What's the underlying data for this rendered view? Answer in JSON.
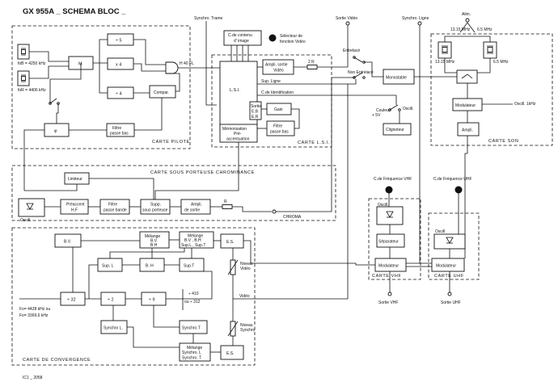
{
  "title": "GX 955A _ SCHEMA BLOC _",
  "footer": "IC1 _ 2058",
  "cards": {
    "pilote": "CARTE PILOTE",
    "lsi": "CARTE L.S.I.",
    "chroma": "CARTE SOUS PORTEUSE CHROMINANCE",
    "convergence": "CARTE DE CONVERGENCE",
    "son": "CARTE SON",
    "vhf": "CARTE VHF",
    "uhf": "CARTE UHF"
  },
  "blocks": {
    "div5": "÷ 5",
    "M": "M",
    "x4": "x 4",
    "div4": "÷ 4",
    "compar": "Compar.",
    "phi": "φ",
    "filtre_pb": [
      "Filtre",
      "passe bas"
    ],
    "lsi": "L.S.I.",
    "cde_contenu": [
      "C.de contenu",
      "d' image"
    ],
    "ampli_sortie_video": [
      "Ampli. sortie",
      "Vidéo"
    ],
    "sup_ligne": "Sup. Ligne",
    "cde_identification": "C.de Identification",
    "sortie_eb_er": [
      "Sortie",
      "E.B",
      "E.R"
    ],
    "gain": "Gain",
    "filtre_pb2": [
      "Filtre",
      "passe bas"
    ],
    "memorisation": [
      "Mémorisation",
      "Pré-",
      "accentuation"
    ],
    "limiteur": "Limiteur",
    "oscill": "Oscill.",
    "preaccent": [
      "Préaccent",
      "H.F"
    ],
    "filtre_passe_bande": [
      "Filtre",
      "passe bande"
    ],
    "supp_sous_porteuse": [
      "Supp.",
      "sous porteuse"
    ],
    "ampli_de_sortie": [
      "Ampli.",
      "de sortie"
    ],
    "monostable": "Monostable",
    "clignoteur": "Clignoteur",
    "modulateur_son": "Modulateur",
    "ampli_son": "Ampli.",
    "oscill_1khz": "Oscill. 1kHz",
    "bv": "B.V.",
    "melange_bv_bh": [
      "Mélange",
      "B.V",
      "B.H"
    ],
    "melange_bv_bh_sup": [
      "Mélange",
      "B.V , B.H",
      "Sup.L , Sup.T"
    ],
    "es1": "E.S.",
    "supL": "Sup. L",
    "bh": "B. H",
    "supT": "Sup.T",
    "div32": "÷ 32",
    "div2": "÷ 2",
    "div9": "÷ 9",
    "div410": [
      "÷ 410",
      "ou ÷ 312"
    ],
    "synchroL": "Synchro L.",
    "synchroT": "Synchro.T",
    "melange_synchro": [
      "Mélange",
      "Synchro. L",
      "Synchro. T"
    ],
    "es2": "E.S.",
    "oscill_vhf": "Oscill.",
    "separateur": "Séparateur",
    "modulateur_vhf": "Modulateur",
    "oscill_uhf": "Oscill.",
    "modulateur_uhf": "Modulateur"
  },
  "labels": {
    "synchro_trame": "Synchro. Trame",
    "selecteur": [
      "Sélecteur de",
      "fonction Vidéo"
    ],
    "sortie_video": "Sortie Vidéo",
    "synchro_ligne": "Synchro. Ligne",
    "alim": "Alim.",
    "f_13_15": "13.15 MHz",
    "f_6_5": "6.5 MHz",
    "entrelace": "Entrelacé",
    "non_entrelace": "Non Entrelacé",
    "freq1": "foB = 4250 kHz",
    "freq2": "foR = 4406 kHz",
    "h40fl": "H 40 FL",
    "r2": "2 R",
    "r": "R",
    "chroma": "CHROMA",
    "couleur": [
      "Couleur",
      "+ 5V"
    ],
    "oscill_label": "Oscill.",
    "cde_freq_vhf": "C.de Fréquence VHF",
    "cde_freq_uhf": "C.de Fréquence UHF",
    "niveau_video": [
      "Niveau",
      "Vidéo"
    ],
    "niveau_synchro": [
      "Niveau",
      "Synchro"
    ],
    "video": "Vidéo",
    "fo_conv": [
      "Fo= 4428 kHz ou",
      "Fo= 3369,6 kHz"
    ],
    "sortie_vhf": "Sortie VHF",
    "sortie_uhf": "Sortie UHF"
  }
}
